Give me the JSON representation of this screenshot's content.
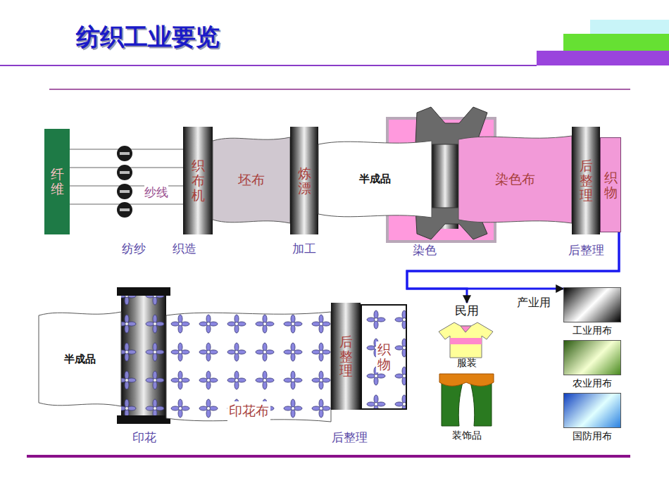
{
  "diagram": {
    "title": "纺织工业要览",
    "nodes": [
      {
        "text": [
          "纤维"
        ]
      },
      {
        "text": [
          "织布机"
        ]
      },
      {
        "text": [
          "坯布"
        ]
      },
      {
        "text": [
          "炼漂"
        ]
      },
      {
        "text": [
          "半成品"
        ]
      },
      {
        "text": [
          "染色布"
        ]
      },
      {
        "text": [
          "后整理"
        ]
      },
      {
        "text": [
          "织物"
        ]
      },
      {
        "text": [
          "半成品"
        ]
      },
      {
        "text": [
          "印花布"
        ]
      },
      {
        "text": [
          "后整理"
        ]
      },
      {
        "text": [
          "织物"
        ]
      },
      {
        "text": [
          "民用",
          "服装"
        ]
      },
      {
        "text": [
          "装饰品"
        ]
      },
      {
        "text": [
          "工业用布"
        ]
      },
      {
        "text": [
          "农业用布"
        ]
      },
      {
        "text": [
          "国防用布"
        ]
      }
    ],
    "edges": [
      {
        "from": 7,
        "to": 12,
        "arrow": "to"
      },
      {
        "from": 7,
        "to": 14,
        "label": "产业用",
        "arrow": "to"
      }
    ],
    "labels": [
      "纱线",
      "纺纱",
      "织造",
      "加工",
      "染色",
      "后整理",
      "印花",
      "后整理"
    ]
  }
}
